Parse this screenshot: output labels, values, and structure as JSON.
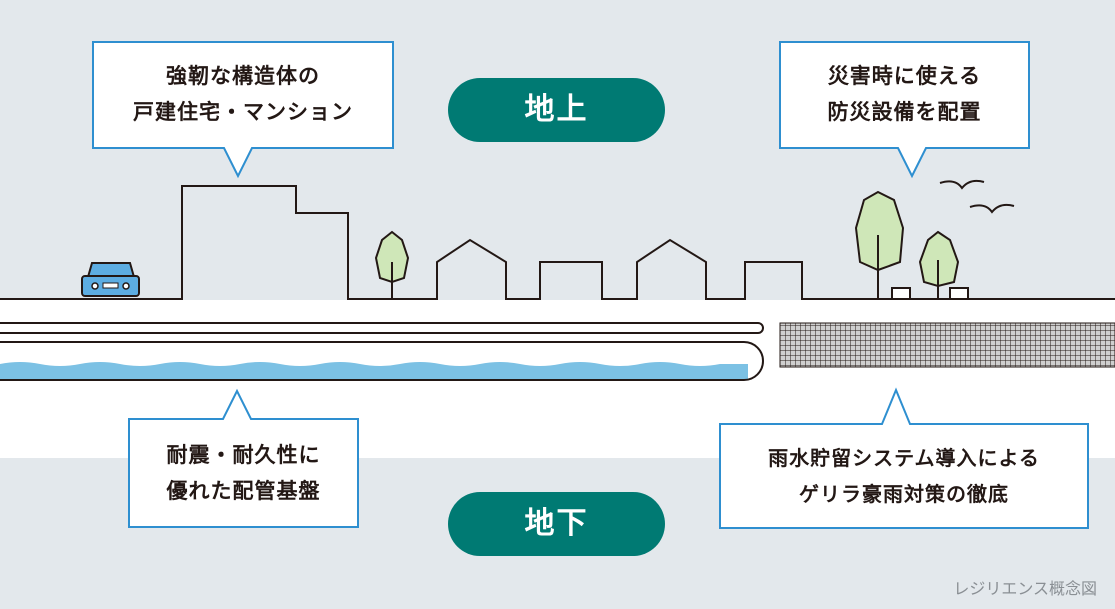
{
  "labels": {
    "above_ground": "地上",
    "underground": "地下"
  },
  "callouts": {
    "building": [
      "強靭な構造体の",
      "戸建住宅・マンション"
    ],
    "disaster": [
      "災害時に使える",
      "防災設備を配置"
    ],
    "piping": [
      "耐震・耐久性に",
      "優れた配管基盤"
    ],
    "rainwater": [
      "雨水貯留システム導入による",
      "ゲリラ豪雨対策の徹底"
    ]
  },
  "caption": "レジリエンス概念図",
  "colors": {
    "sky": "#e3e8ec",
    "underground_band": "#e3e8ec",
    "callout_border": "#2e8fd0",
    "pill": "#007a73",
    "tree": "#cfe7b8",
    "car": "#5dade2",
    "water": "#7cc1e4",
    "line": "#231815"
  }
}
